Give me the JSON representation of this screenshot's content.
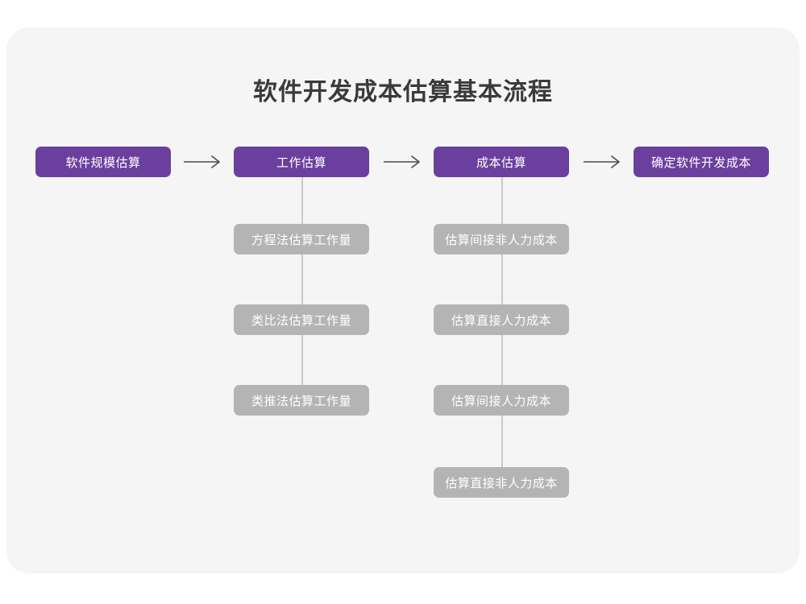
{
  "page": {
    "title": "软件开发成本估算基本流程",
    "background_color": "#ffffff",
    "card_color": "#f5f5f5"
  },
  "theme": {
    "primary_color": "#6b3f9e",
    "secondary_color": "#b4b4b4",
    "connector_color": "#c9c9c9",
    "title_color": "#3a3a3a",
    "node_text_color": "#ffffff"
  },
  "flow": {
    "main_steps": [
      {
        "id": "step-1",
        "label": "软件规模估算"
      },
      {
        "id": "step-2",
        "label": "工作估算"
      },
      {
        "id": "step-3",
        "label": "成本估算"
      },
      {
        "id": "step-4",
        "label": "确定软件开发成本"
      }
    ],
    "arrows": [
      {
        "id": "arrow-1",
        "glyph": "long-right-arrow-icon"
      },
      {
        "id": "arrow-2",
        "glyph": "long-right-arrow-icon"
      },
      {
        "id": "arrow-3",
        "glyph": "long-right-arrow-icon"
      }
    ],
    "branches": [
      {
        "parent": "step-2",
        "parent_label": "工作估算",
        "items": [
          {
            "id": "work-1",
            "label": "方程法估算工作量"
          },
          {
            "id": "work-2",
            "label": "类比法估算工作量"
          },
          {
            "id": "work-3",
            "label": "类推法估算工作量"
          }
        ]
      },
      {
        "parent": "step-3",
        "parent_label": "成本估算",
        "items": [
          {
            "id": "cost-1",
            "label": "估算间接非人力成本"
          },
          {
            "id": "cost-2",
            "label": "估算直接人力成本"
          },
          {
            "id": "cost-3",
            "label": "估算间接人力成本"
          },
          {
            "id": "cost-4",
            "label": "估算直接非人力成本"
          }
        ]
      }
    ]
  }
}
